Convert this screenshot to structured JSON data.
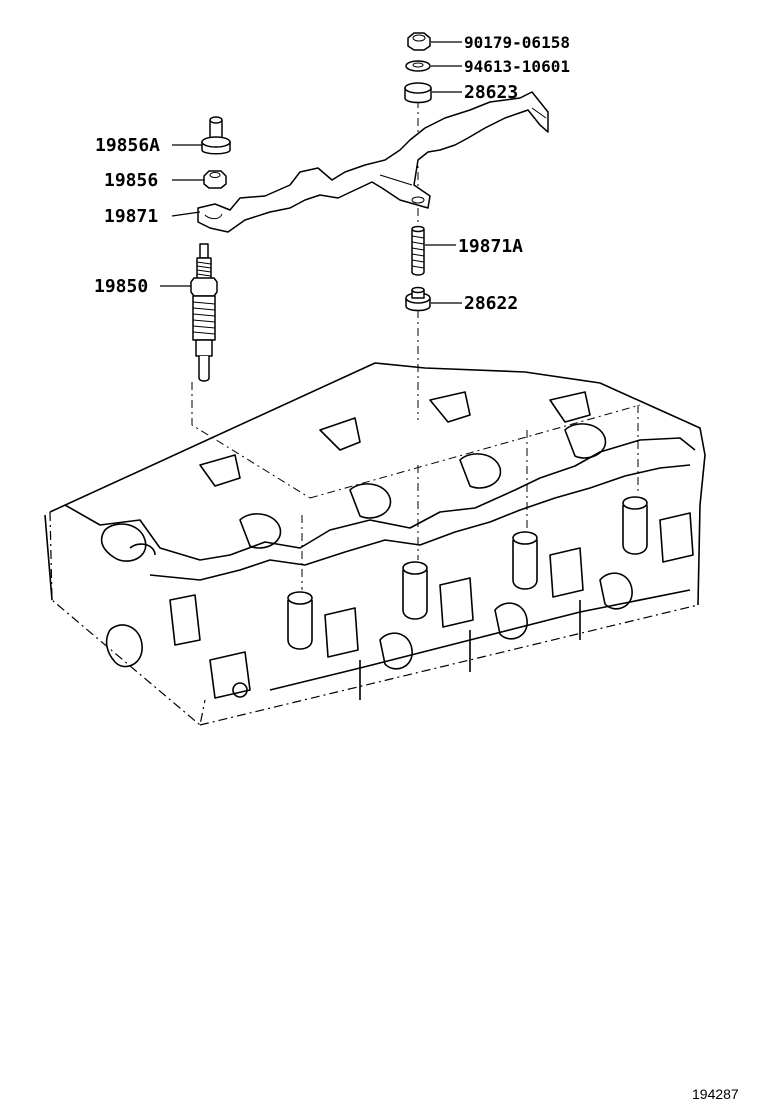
{
  "parts": {
    "nut_90179": "90179-06158",
    "washer_94613": "94613-10601",
    "grommet_28623": "28623",
    "connector_19856a": "19856A",
    "nut_19856": "19856",
    "bus_bar_19871": "19871",
    "stud_19871a": "19871A",
    "glow_plug_19850": "19850",
    "grommet_28622": "28622"
  },
  "illustration_ref": "194287"
}
